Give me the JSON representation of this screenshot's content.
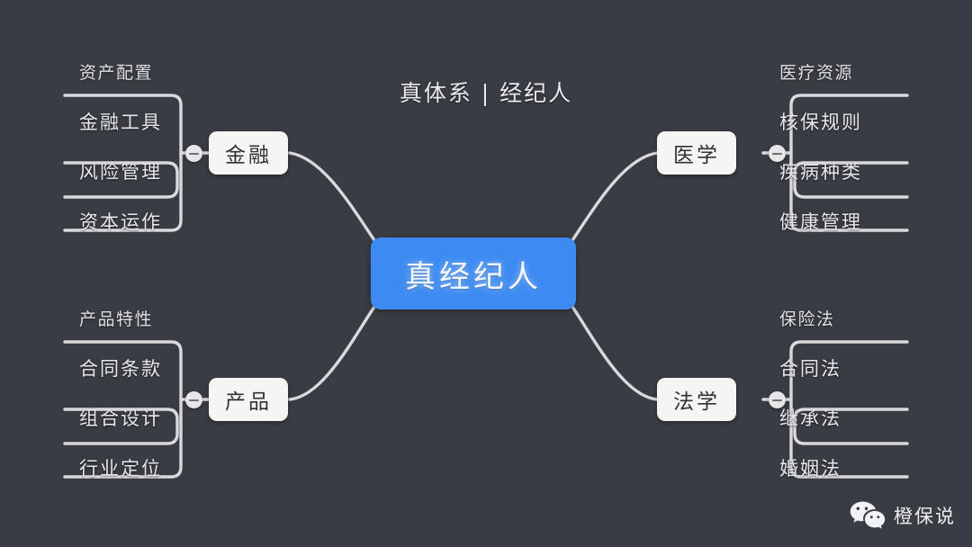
{
  "diagram": {
    "title": "真体系 | 经纪人",
    "type": "mind-map",
    "background_color": "#3a3c44",
    "line_color": "#d8dade",
    "root": {
      "label": "真经纪人",
      "color": "#3d8bf2",
      "text_color": "#f2f8ff"
    },
    "branches": [
      {
        "id": "finance",
        "label": "金融",
        "side": "left",
        "position": "top",
        "caption": "资产配置",
        "toggle": "collapse-minus-icon",
        "leaves": [
          "金融工具",
          "风险管理",
          "资本运作"
        ]
      },
      {
        "id": "medicine",
        "label": "医学",
        "side": "right",
        "position": "top",
        "caption": "医疗资源",
        "toggle": "collapse-minus-icon",
        "leaves": [
          "核保规则",
          "疾病种类",
          "健康管理"
        ]
      },
      {
        "id": "product",
        "label": "产品",
        "side": "left",
        "position": "bottom",
        "caption": "产品特性",
        "toggle": "collapse-minus-icon",
        "leaves": [
          "合同条款",
          "组合设计",
          "行业定位"
        ]
      },
      {
        "id": "law",
        "label": "法学",
        "side": "right",
        "position": "bottom",
        "caption": "保险法",
        "toggle": "collapse-minus-icon",
        "leaves": [
          "合同法",
          "继承法",
          "婚姻法"
        ]
      }
    ]
  },
  "watermark": {
    "icon": "wechat-icon",
    "text": "橙保说"
  }
}
